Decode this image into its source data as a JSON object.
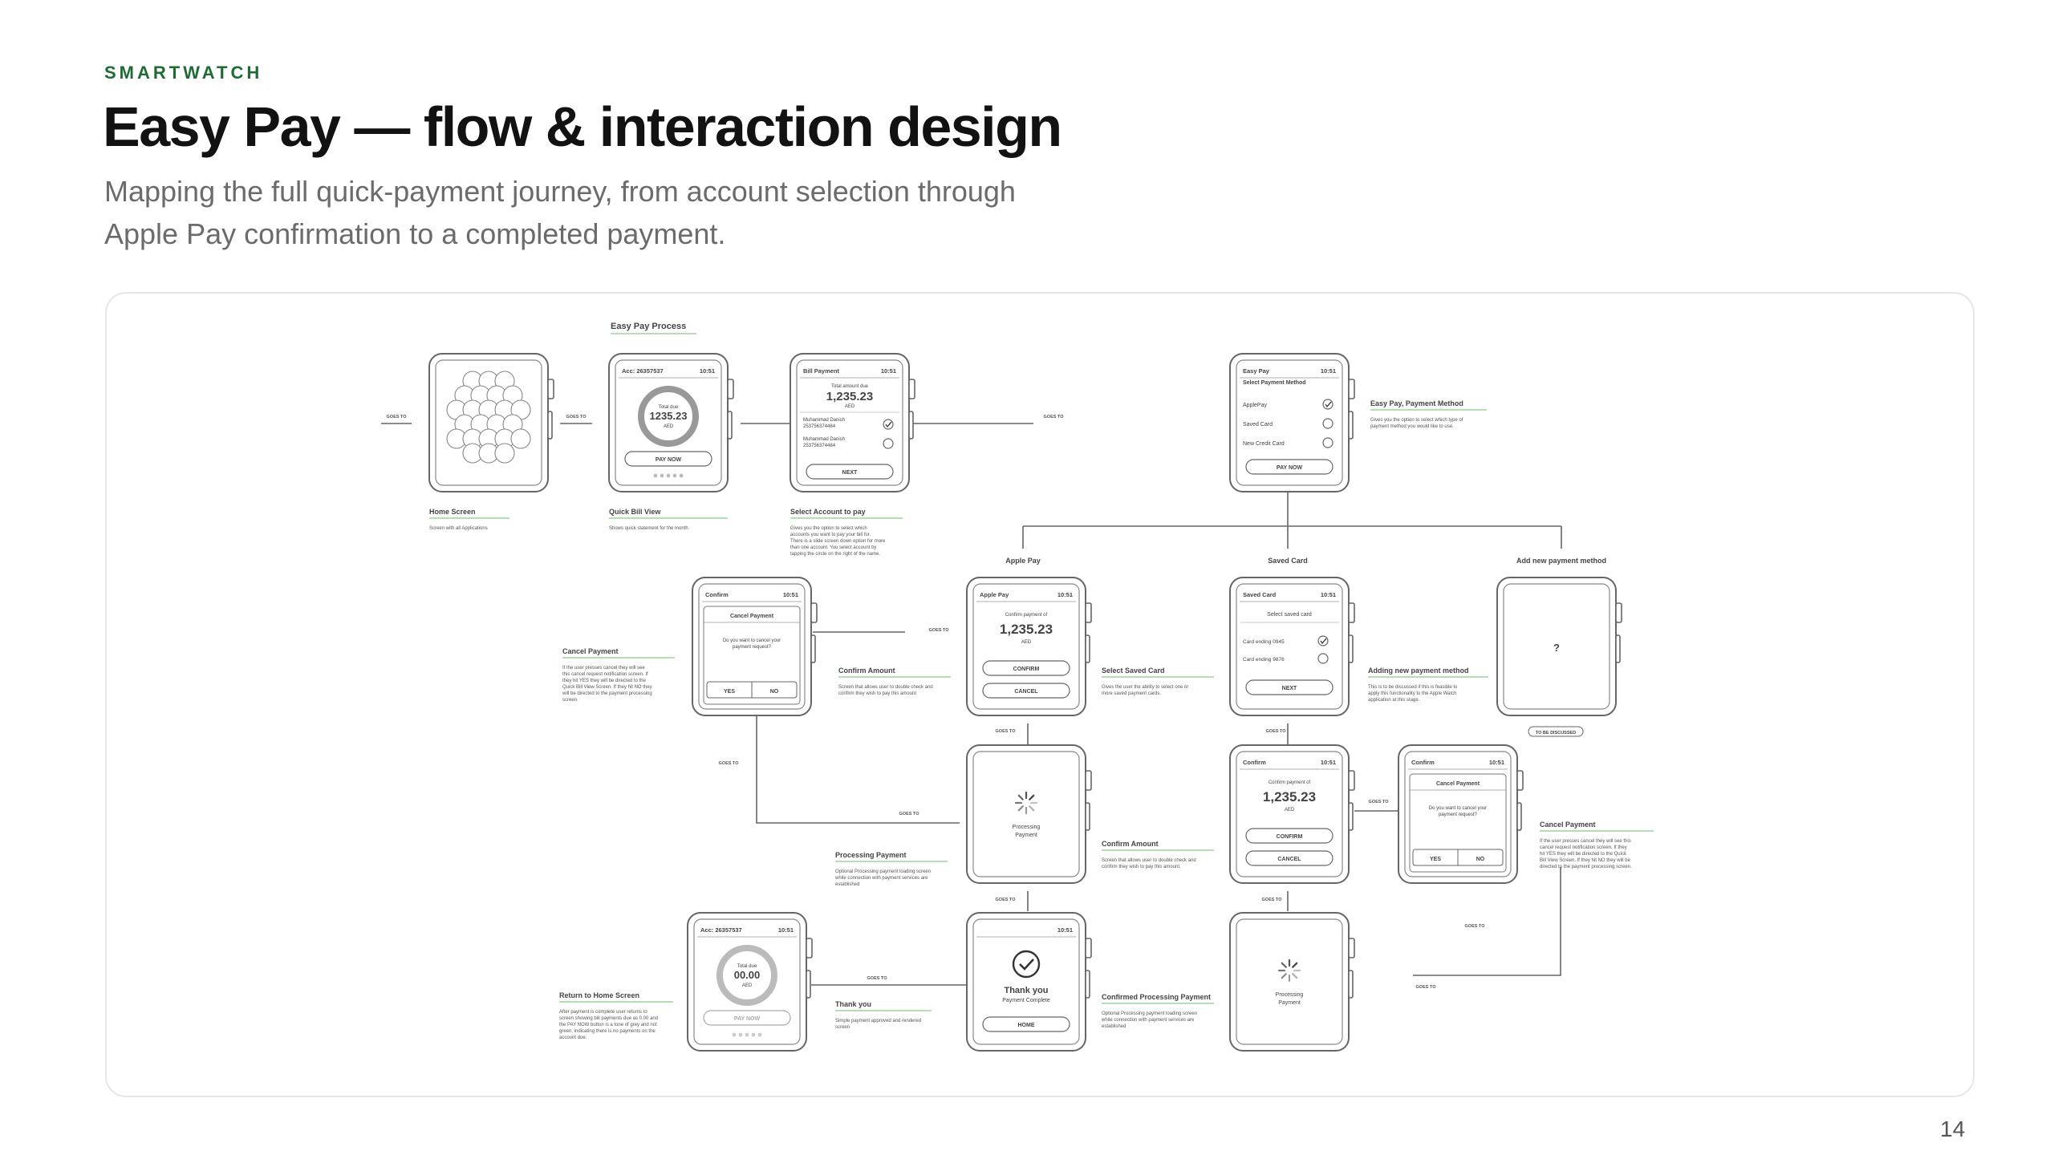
{
  "eyebrow": "SMARTWATCH",
  "title": "Easy Pay — flow & interaction design",
  "subtitle": "Mapping the full quick-payment journey, from account selection through Apple Pay confirmation to a completed payment.",
  "page_number": "14",
  "diagram": {
    "section_title": "Easy Pay Process",
    "goes_to": "GOES TO",
    "branch_labels": {
      "apple_pay": "Apple Pay",
      "saved_card": "Saved Card",
      "add_new": "Add new payment method"
    },
    "screens": {
      "home": {
        "caption": "Home Screen",
        "desc": "Screen with all Applications"
      },
      "quick_bill": {
        "acc": "Acc: 26357537",
        "time": "10:51",
        "total_label": "Total due",
        "amount": "1235.23",
        "currency": "AED",
        "button": "PAY NOW",
        "caption": "Quick Bill View",
        "desc": "Shows quick statement for the month"
      },
      "select_account": {
        "header": "Bill Payment",
        "time": "10:51",
        "total_label": "Total amount due",
        "amount": "1,235.23",
        "currency": "AED",
        "account_1": "Muhammad Danish",
        "account_1_no": "253756374484",
        "account_2": "Muhammad Danish",
        "account_2_no": "253756374484",
        "button": "NEXT",
        "caption": "Select Account to pay",
        "desc": "Gives you the option to select which accounts you want to pay your bill for. There is a slide screen down option for more than one account. You select account by tapping the circle on the right of the name."
      },
      "payment_method": {
        "header": "Easy Pay",
        "time": "10:51",
        "sub": "Select Payment Method",
        "opt_1": "ApplePay",
        "opt_2": "Saved Card",
        "opt_3": "New Credit Card",
        "button": "PAY NOW",
        "caption": "Easy Pay, Payment Method",
        "desc": "Gives you the option to select which type of payment method you would like to use."
      },
      "cancel_1": {
        "header": "Confirm",
        "time": "10:51",
        "box_title": "Cancel Payment",
        "question": "Do you want to cancel your payment request?",
        "yes": "YES",
        "no": "NO",
        "caption": "Cancel Payment",
        "desc": "If the user presses cancel they will see this cancel request notification screen. If they hit YES they will be directed to the Quick Bill View Screen. If they hit NO they will be directed to the payment processing screen."
      },
      "apple_pay": {
        "header": "Apple Pay",
        "time": "10:51",
        "sub": "Confirm payment of",
        "amount": "1,235.23",
        "currency": "AED",
        "confirm": "CONFIRM",
        "cancel": "CANCEL",
        "caption": "Confirm Amount",
        "desc": "Screen that allows user to double check and confirm they wish to pay this amount"
      },
      "saved_card": {
        "header": "Saved Card",
        "time": "10:51",
        "sub": "Select saved card",
        "card_1": "Card ending 0945",
        "card_2": "Card ending 9876",
        "button": "NEXT",
        "caption": "Select Saved Card",
        "desc": "Gives the user the ability to select one or more saved payment cards."
      },
      "new_method": {
        "symbol": "?",
        "tag": "TO BE DISCUSSED",
        "caption": "Adding new payment method",
        "desc": "This is to be discussed if this is feasible to apply this functionality to the Apple Watch application at this stage."
      },
      "processing_1": {
        "label": "Processing Payment",
        "caption": "Processing Payment",
        "desc": "Optional Processing payment loading screen while connection with payment services are established"
      },
      "confirm_2": {
        "header": "Confirm",
        "time": "10:51",
        "sub": "Confirm payment of",
        "amount": "1,235.23",
        "currency": "AED",
        "confirm": "CONFIRM",
        "cancel": "CANCEL",
        "caption": "Confirm Amount",
        "desc": "Screen that allows user to double check and confirm they wish to pay this amount."
      },
      "cancel_2": {
        "header": "Confirm",
        "time": "10:51",
        "box_title": "Cancel Payment",
        "question": "Do you want to cancel your payment request?",
        "yes": "YES",
        "no": "NO",
        "caption": "Cancel Payment",
        "desc": "If the user presses cancel they will see this cancel request notification screen. If they hit YES they will be directed to the Quick Bill View Screen. If they hit NO they will be directed to the payment processing screen."
      },
      "return_home": {
        "acc": "Acc: 26357537",
        "time": "10:51",
        "total_label": "Total due",
        "amount": "00.00",
        "currency": "AED",
        "button": "PAY NOW",
        "caption": "Return to Home Screen",
        "desc": "After payment is complete user returns to screen showing bill payments due as 0.00 and the PAY NOW button is a tone of grey and not green, indicating there is no payments on the account due."
      },
      "thank_you": {
        "time": "10:51",
        "title": "Thank you",
        "sub": "Payment Complete",
        "button": "HOME",
        "caption": "Thank you",
        "desc": "Simple payment approved and rendered screen"
      },
      "processing_2": {
        "label": "Processing Payment",
        "caption": "Confirmed Processing Payment",
        "desc": "Optional Processing payment loading screen while connection with payment services are established"
      }
    }
  }
}
